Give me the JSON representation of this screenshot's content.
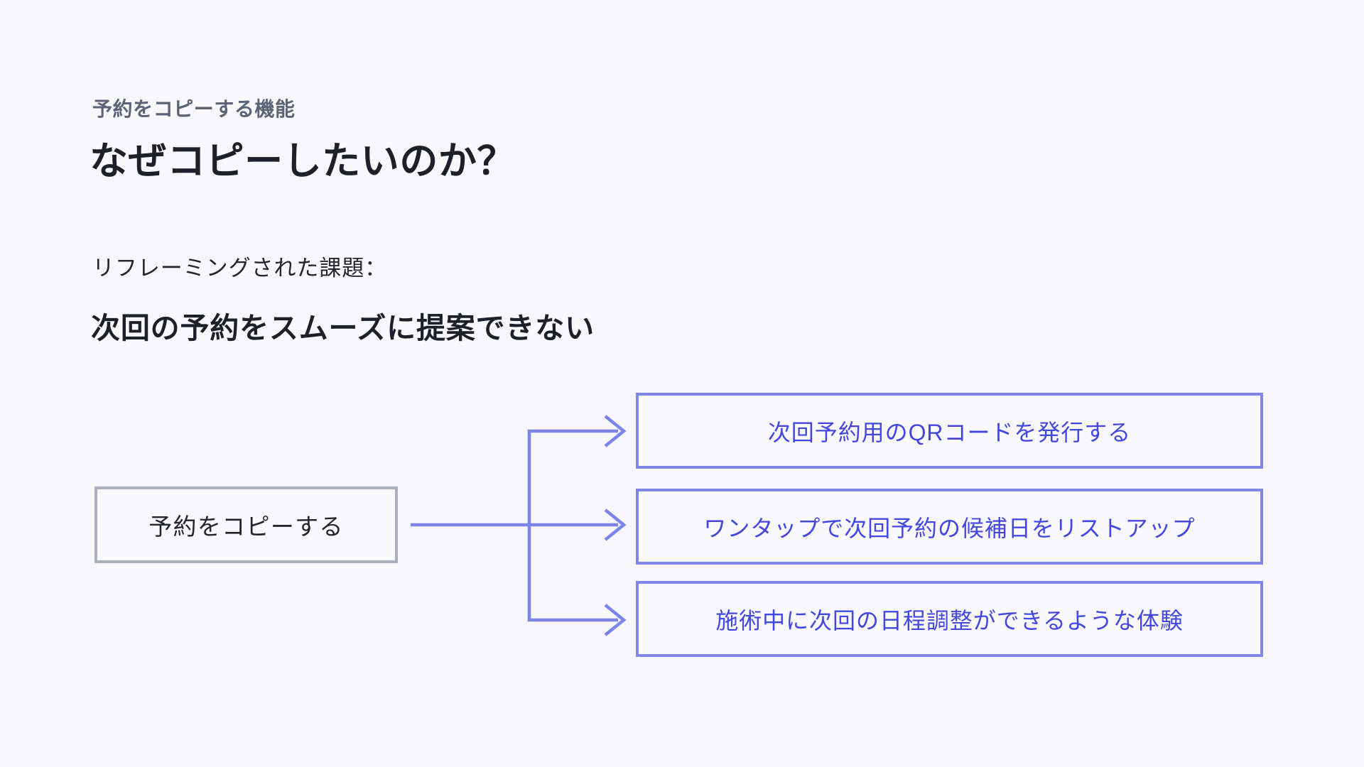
{
  "page": {
    "background_color": "#F8F8FC"
  },
  "header": {
    "eyebrow": "予約をコピーする機能",
    "title": "なぜコピーしたいのか？"
  },
  "reframe": {
    "lead": "リフレーミングされた課題：",
    "statement": "次回の予約をスムーズに提案できない"
  },
  "diagram": {
    "source_node": {
      "label": "予約をコピーする"
    },
    "target_nodes": [
      {
        "label": "次回予約用のQRコードを発行する"
      },
      {
        "label": "ワンタップで次回予約の候補日をリストアップ"
      },
      {
        "label": "施術中に次回の日程調整ができるような体験"
      }
    ],
    "colors": {
      "accent_border": "#8187EA",
      "accent_text": "#4347E2",
      "arrow": "#7C83EB",
      "source_border": "#A9AFBE",
      "dark_text": "#1D2028",
      "eyebrow_text": "#5B6476"
    }
  }
}
